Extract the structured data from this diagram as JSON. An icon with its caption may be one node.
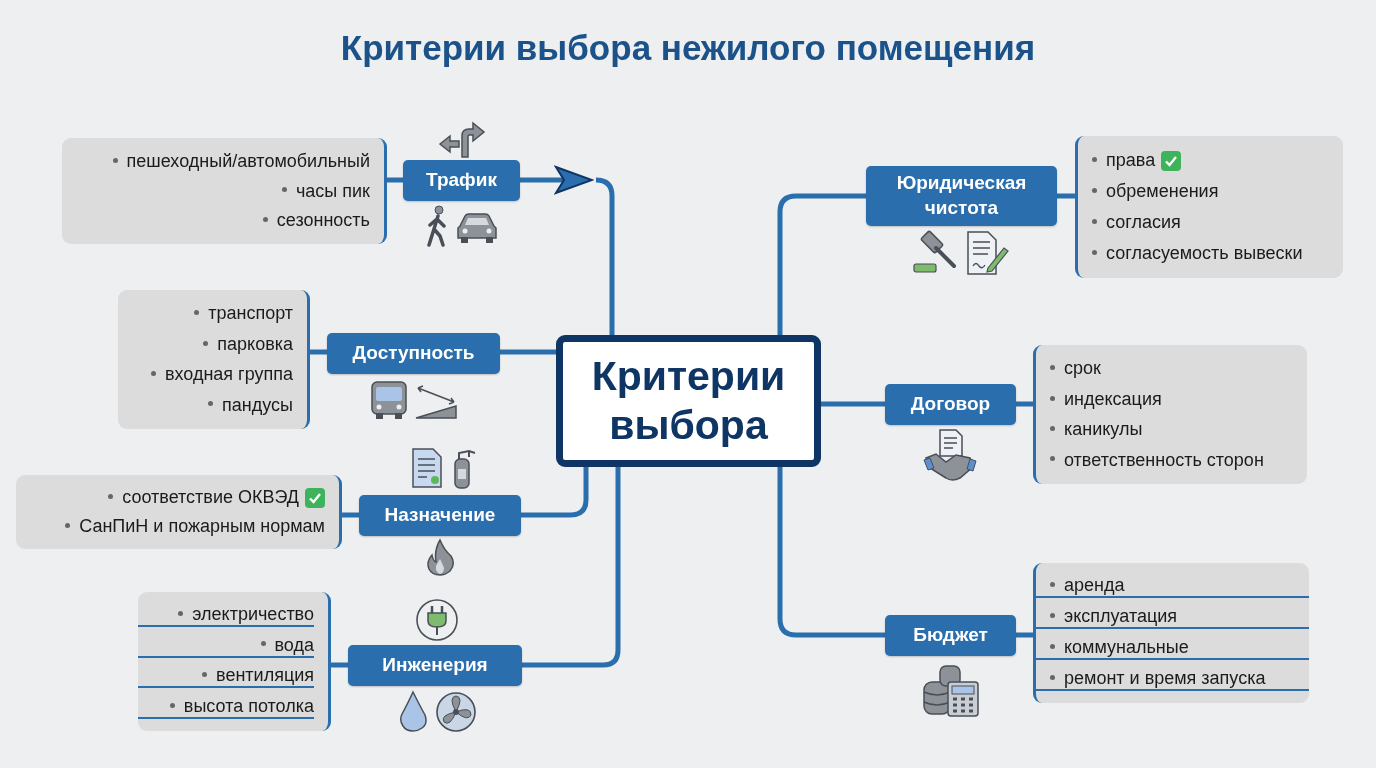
{
  "diagram": {
    "title": "Критерии выбора нежилого помещения",
    "nodes": [
      {
        "text": [
          "Критерии выбора"
        ]
      },
      {
        "text": [
          "Трафик"
        ]
      },
      {
        "text": [
          "пешеходный/автомобильный",
          "часы пик",
          "сезонность"
        ]
      },
      {
        "text": [
          "Доступность"
        ]
      },
      {
        "text": [
          "транспорт",
          "парковка",
          "входная группа",
          "пандусы"
        ]
      },
      {
        "text": [
          "Назначение"
        ]
      },
      {
        "text": [
          "соответствие ОКВЭД",
          "СанПиН и пожарным нормам"
        ]
      },
      {
        "text": [
          "Инженерия"
        ]
      },
      {
        "text": [
          "электричество",
          "вода",
          "вентиляция",
          "высота потолка"
        ]
      },
      {
        "text": [
          "Юридическая чистота"
        ]
      },
      {
        "text": [
          "права",
          "обременения",
          "согласия",
          "согласуемость вывески"
        ]
      },
      {
        "text": [
          "Договор"
        ]
      },
      {
        "text": [
          "срок",
          "индексация",
          "каникулы",
          "ответственность сторон"
        ]
      },
      {
        "text": [
          "Бюджет"
        ]
      },
      {
        "text": [
          "аренда",
          "эксплуатация",
          "коммунальные",
          "ремонт и время запуска"
        ]
      }
    ],
    "edges": [
      {
        "from": 1,
        "to": null,
        "arrow": "to"
      },
      {
        "from": 0,
        "to": null,
        "arrow": "none"
      },
      {
        "from": 0,
        "to": 3,
        "arrow": "none"
      },
      {
        "from": 0,
        "to": 5,
        "arrow": "none"
      },
      {
        "from": 0,
        "to": 7,
        "arrow": "none"
      },
      {
        "from": 0,
        "to": 9,
        "arrow": "none"
      },
      {
        "from": 0,
        "to": 11,
        "arrow": "none"
      },
      {
        "from": 0,
        "to": 13,
        "arrow": "none"
      },
      {
        "from": 1,
        "to": 2,
        "arrow": "none"
      },
      {
        "from": 3,
        "to": 4,
        "arrow": "none"
      },
      {
        "from": 5,
        "to": 6,
        "arrow": "none"
      },
      {
        "from": 7,
        "to": 8,
        "arrow": "none"
      },
      {
        "from": 9,
        "to": 10,
        "arrow": "none"
      },
      {
        "from": 11,
        "to": 12,
        "arrow": "none"
      },
      {
        "from": 13,
        "to": 14,
        "arrow": "none"
      }
    ]
  }
}
